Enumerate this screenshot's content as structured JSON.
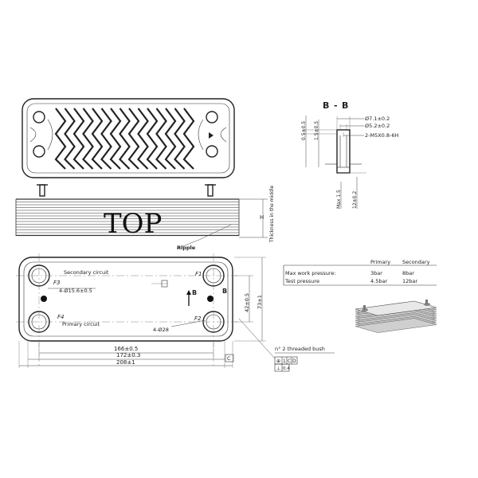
{
  "labels": {
    "top_word": "TOP",
    "ripple": "Ripple",
    "thickness_h": "H",
    "thickness_note": "Thickness in the middle",
    "section": "B - B",
    "section_b_left": "B",
    "section_b_right": "B",
    "secondary_circuit": "Secondary circuit",
    "primary_circuit": "Primary circuit",
    "f1": "F1",
    "f2": "F2",
    "f3": "F3",
    "f4": "F4",
    "arrow_b": "B",
    "holes_large": "4-Ø15.6±0.5",
    "holes_small": "4-Ø28",
    "threaded_bush": "n° 2 threaded bush",
    "tol_cell_1": "⊕",
    "tol_cell_2": "1",
    "tol_cell_3": "C",
    "tol_cell_4": "D",
    "tol_cell_5": "⊥",
    "tol_cell_6": "0.4"
  },
  "dimensions": {
    "d166": "166±0.5",
    "d172": "172±0.3",
    "d208": "208±1",
    "d42": "42±0.5",
    "d73": "73±1",
    "c_box": "C",
    "phi71": "Ø7.1±0.2",
    "phi52": "Ø5.2±0.2",
    "thread": "2-M5X0.8-6H",
    "d05": "0.5±0.5",
    "d15": "1.5±0.5",
    "max15": "Max 1.5",
    "d12": "12±0.2"
  },
  "pressure_table": {
    "headers": [
      "",
      "Primary",
      "Secondary"
    ],
    "rows": [
      [
        "Max work pressure:",
        "3bar",
        "8bar"
      ],
      [
        "Test pressure",
        "4.5bar",
        "12bar"
      ]
    ]
  },
  "colors": {
    "line": "#222222",
    "background": "#ffffff"
  }
}
